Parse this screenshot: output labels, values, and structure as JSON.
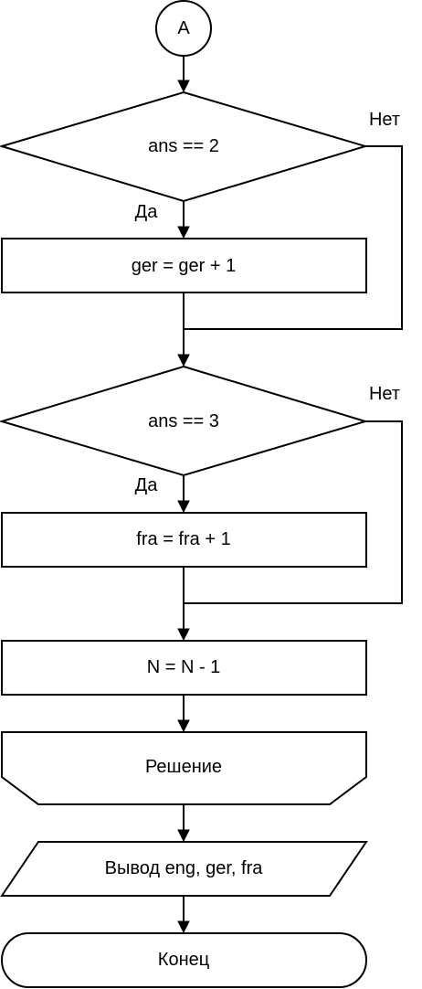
{
  "nodes": {
    "connector": "A",
    "decision1": "ans == 2",
    "process1": "ger = ger + 1",
    "decision2": "ans == 3",
    "process2": "fra = fra + 1",
    "process3": "N = N - 1",
    "loop_end": "Решение",
    "output": "Вывод eng, ger, fra",
    "terminator": "Конец"
  },
  "edges": {
    "d1_no": "Нет",
    "d1_yes": "Да",
    "d2_no": "Нет",
    "d2_yes": "Да"
  }
}
